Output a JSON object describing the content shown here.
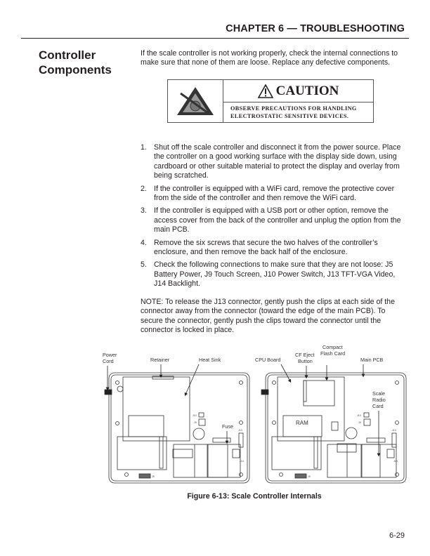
{
  "header": {
    "chapter": "CHAPTER 6 — TROUBLESHOOTING"
  },
  "section": {
    "title_line1": "Controller",
    "title_line2": "Components"
  },
  "intro": "If the scale controller is not working properly, check the internal connections to make sure that none of them are loose. Replace any defective components.",
  "caution": {
    "icon": "esd-warning-triangle-icon",
    "title_icon": "warning-triangle-icon",
    "title": "CAUTION",
    "line1": "OBSERVE PRECAUTIONS FOR HANDLING",
    "line2": "ELECTROSTATIC SENSITIVE DEVICES."
  },
  "steps": [
    {
      "num": "1.",
      "text": "Shut off the scale controller and disconnect it from the power source. Place the controller on a good working surface with the display side down, using cardboard or other suitable material to protect the display and overlay from being scratched."
    },
    {
      "num": "2.",
      "text": "If the controller is equipped with a WiFi card, remove the protective cover from the side of the controller and then remove the WiFi card."
    },
    {
      "num": "3.",
      "text": "If the controller is equipped with a USB port or other option, remove the access cover from the back of the controller and unplug the option from the main PCB."
    },
    {
      "num": "4.",
      "text": "Remove the six screws that secure the two halves of the controller’s enclosure, and then remove the back half of the enclosure."
    },
    {
      "num": "5.",
      "text": "Check the following connections to make sure that they are not loose: J5 Battery Power, J9 Touch Screen, J10 Power Switch, J13 TFT-VGA Video, J14 Backlight."
    }
  ],
  "note": "NOTE: To release the J13 connector, gently push the clips at each side of the connector away from the connector (toward the edge of the main PCB). To secure the connector, gently push the clips toward the connector until the connector is locked in place.",
  "figure": {
    "left_labels": {
      "power_cord_1": "Power",
      "power_cord_2": "Cord",
      "retainer": "Retainer",
      "heat_sink": "Heat Sink",
      "fuse": "Fuse"
    },
    "right_labels": {
      "cpu_board": "CPU Board",
      "cf_eject_1": "CF Eject",
      "cf_eject_2": "Button",
      "compact_1": "Compact",
      "compact_2": "Flash Card",
      "main_pcb": "Main PCB",
      "scale_1": "Scale",
      "scale_2": "Radio",
      "scale_3": "Card",
      "ram": "RAM"
    },
    "connectors": {
      "j10": "J10",
      "j9": "J9",
      "j13": "J13",
      "j14": "J14",
      "j5": "J5"
    },
    "caption": "Figure 6-13: Scale Controller Internals"
  },
  "page_number": "6-29"
}
